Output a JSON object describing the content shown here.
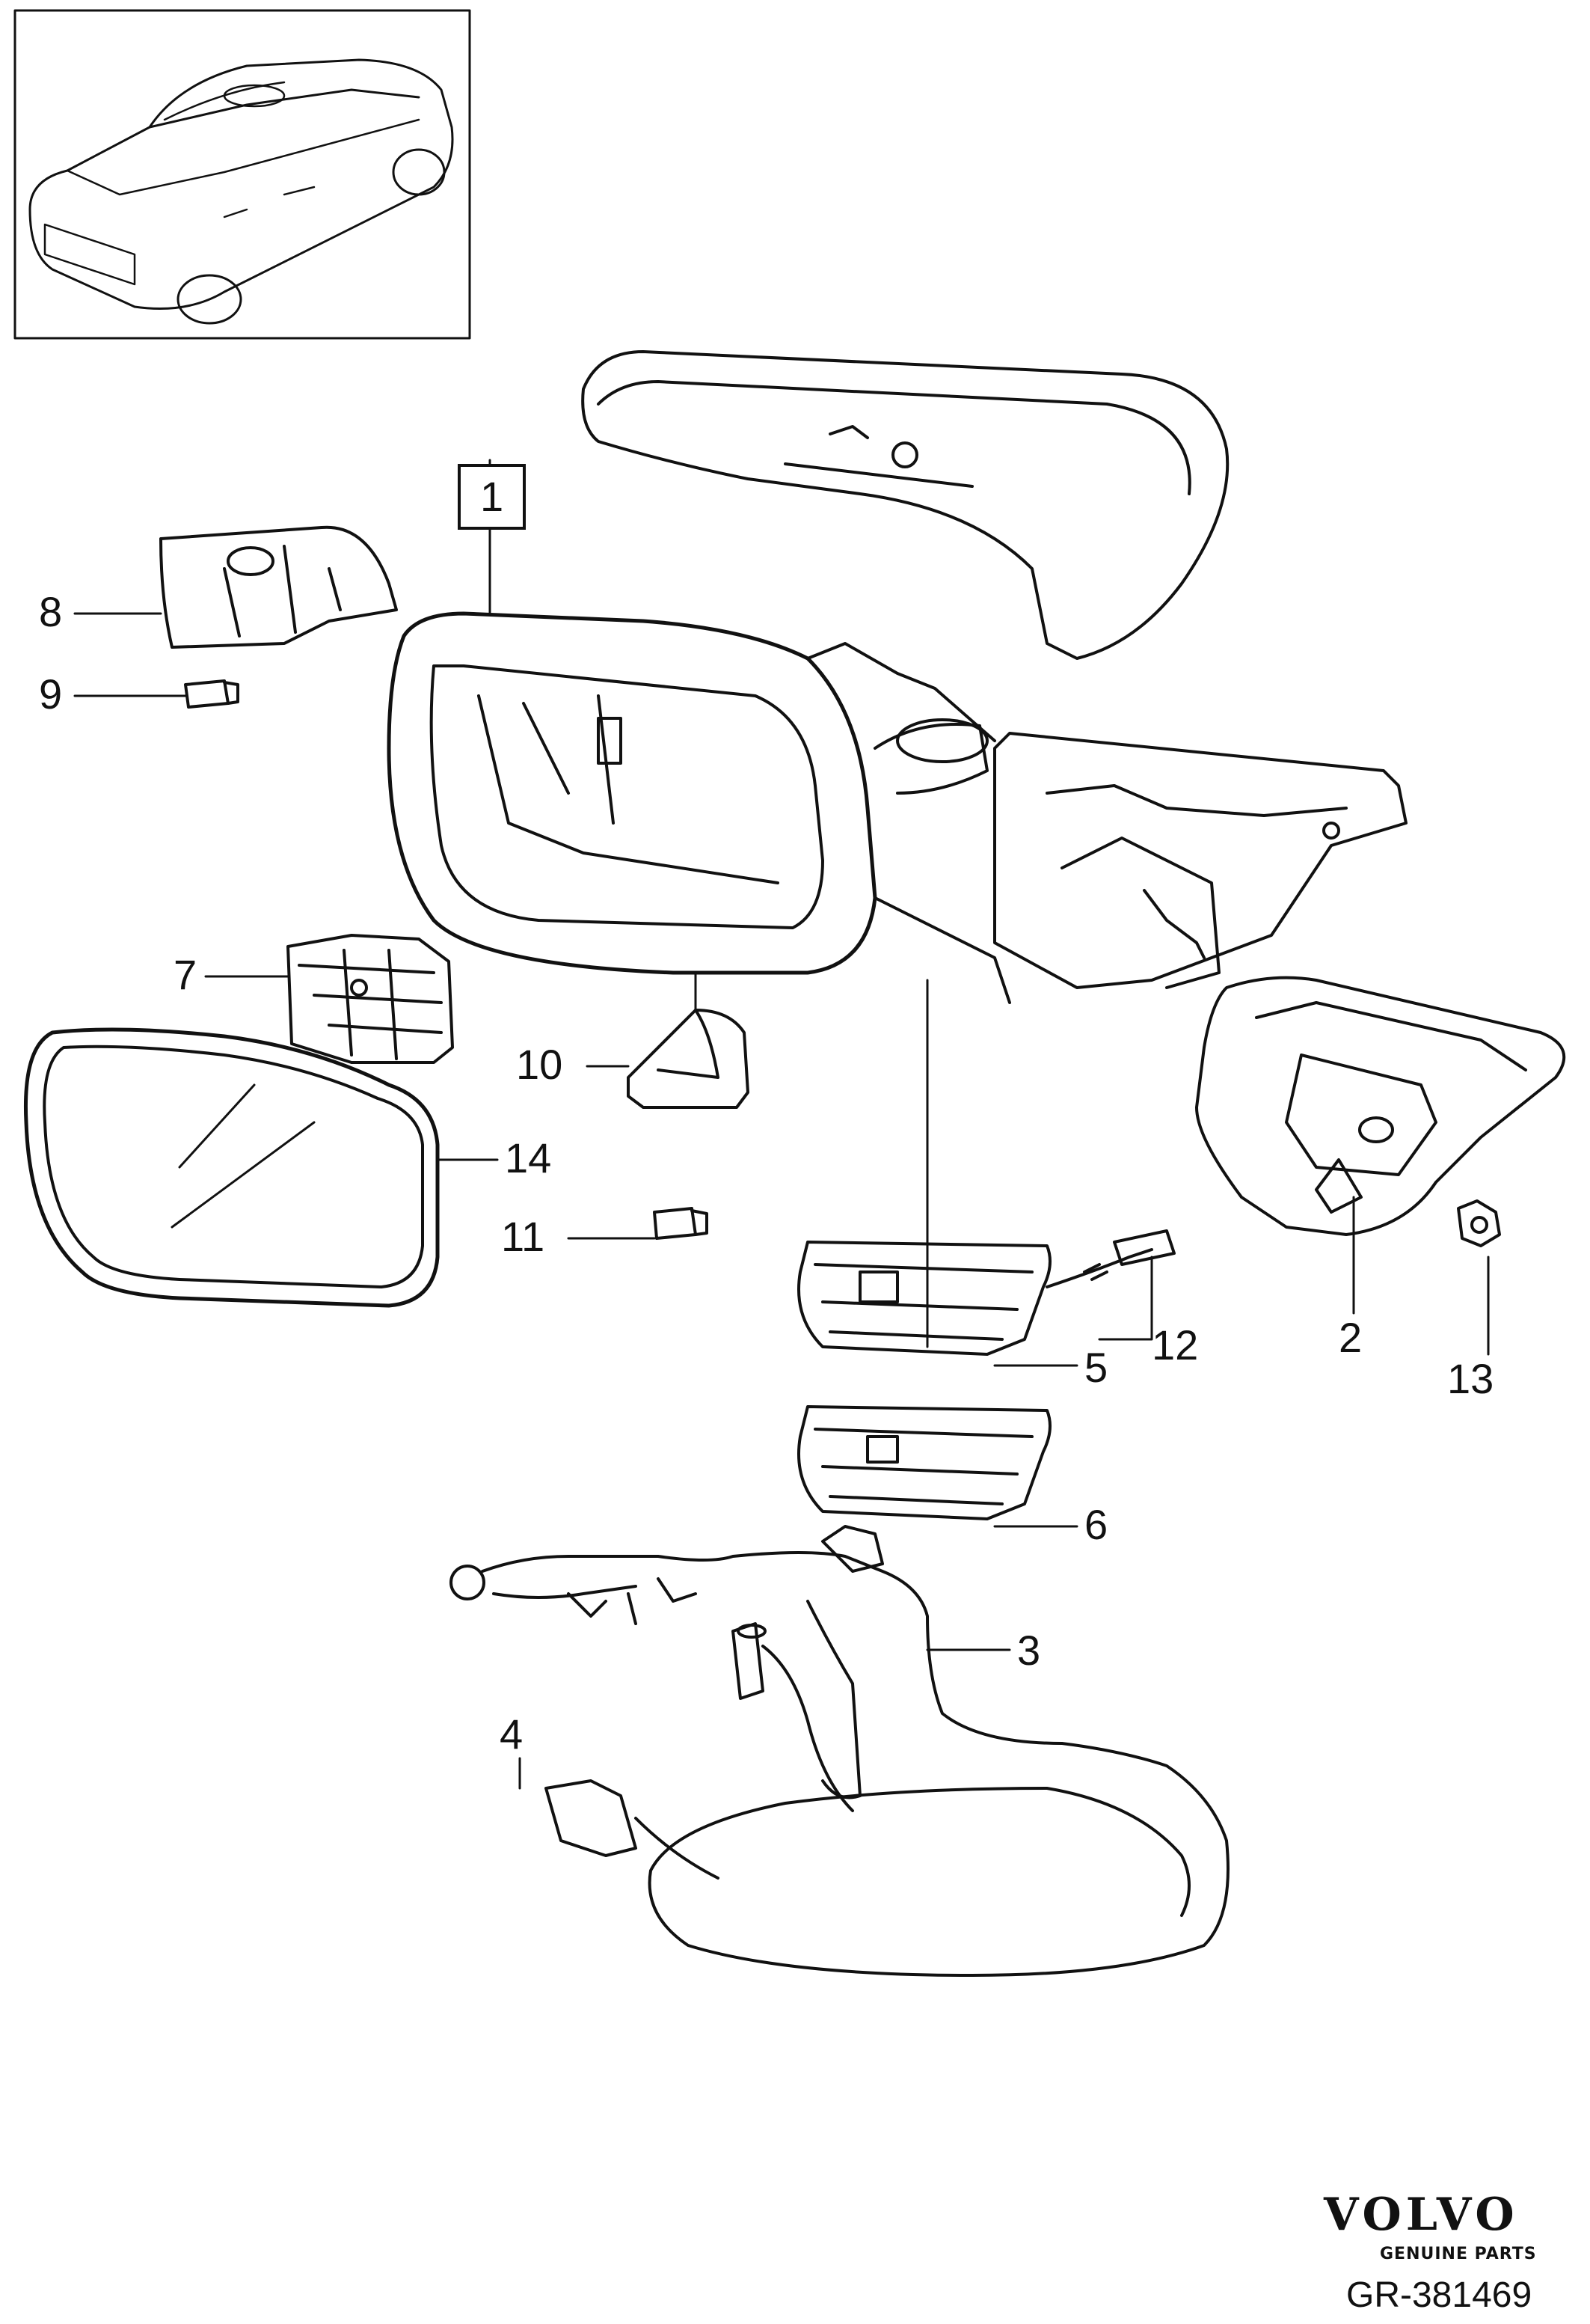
{
  "diagram": {
    "callouts": [
      {
        "id": "c1",
        "label": "1"
      },
      {
        "id": "c2",
        "label": "2"
      },
      {
        "id": "c3",
        "label": "3"
      },
      {
        "id": "c4",
        "label": "4"
      },
      {
        "id": "c5",
        "label": "5"
      },
      {
        "id": "c6",
        "label": "6"
      },
      {
        "id": "c7",
        "label": "7"
      },
      {
        "id": "c8",
        "label": "8"
      },
      {
        "id": "c9",
        "label": "9"
      },
      {
        "id": "c10",
        "label": "10"
      },
      {
        "id": "c11",
        "label": "11"
      },
      {
        "id": "c12",
        "label": "12"
      },
      {
        "id": "c13",
        "label": "13"
      },
      {
        "id": "c14",
        "label": "14"
      }
    ]
  },
  "footer": {
    "brand": "VOLVO",
    "tagline": "GENUINE PARTS",
    "doc_id": "GR-381469"
  }
}
